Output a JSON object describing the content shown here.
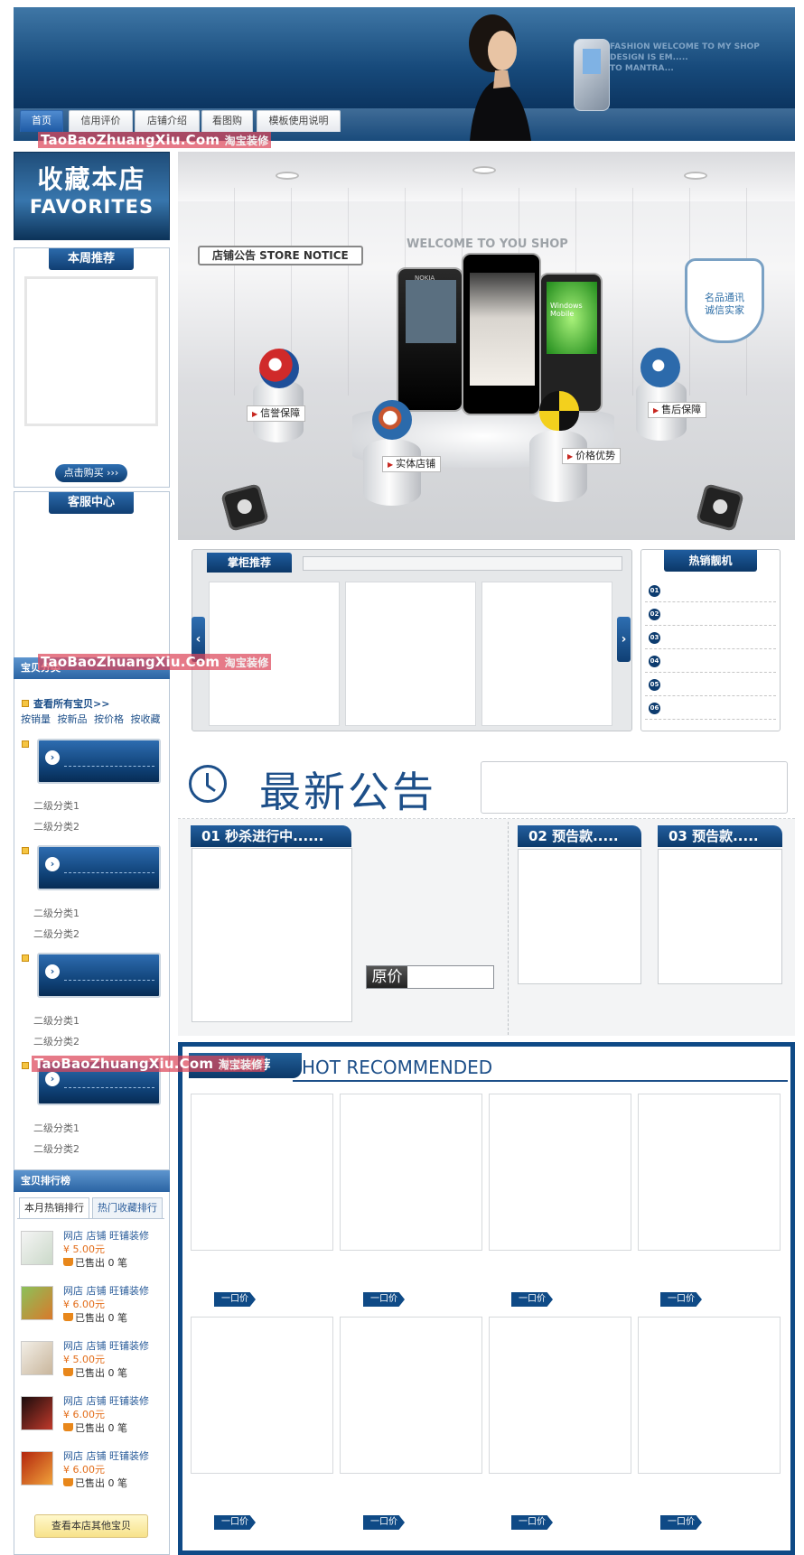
{
  "header": {
    "nav": [
      "首页",
      "信用评价",
      "店铺介绍",
      "看图购",
      "模板使用说明"
    ],
    "banner_text": [
      "FASHION WELCOME TO MY SHOP",
      "DESIGN IS EM.....",
      "TO MANTRA..."
    ]
  },
  "watermark": {
    "site": "TaoBaoZhuangXiu.Com",
    "cn": "淘宝装修"
  },
  "favorites": {
    "cn": "收藏本店",
    "en": "FAVORITES"
  },
  "weekly": {
    "title": "本周推荐",
    "buy": "点击购买 ›››"
  },
  "service": {
    "title": "客服中心"
  },
  "category": {
    "title": "宝贝分类",
    "all_link": "查看所有宝贝>>",
    "sort_links": [
      "按销量",
      "按新品",
      "按价格",
      "按收藏"
    ],
    "groups": [
      {
        "subs": [
          "二级分类1",
          "二级分类2"
        ]
      },
      {
        "subs": [
          "二级分类1",
          "二级分类2"
        ]
      },
      {
        "subs": [
          "二级分类1",
          "二级分类2"
        ]
      },
      {
        "subs": [
          "二级分类1",
          "二级分类2"
        ]
      }
    ]
  },
  "ranking": {
    "title": "宝贝排行榜",
    "tabs": [
      "本月热销排行",
      "热门收藏排行"
    ],
    "items": [
      {
        "name": "网店 店铺 旺铺装修",
        "price": "¥ 5.00元",
        "sold": "已售出  0 笔"
      },
      {
        "name": "网店 店铺 旺铺装修",
        "price": "¥ 6.00元",
        "sold": "已售出  0 笔"
      },
      {
        "name": "网店 店铺 旺铺装修",
        "price": "¥ 5.00元",
        "sold": "已售出  0 笔"
      },
      {
        "name": "网店 店铺 旺铺装修",
        "price": "¥ 6.00元",
        "sold": "已售出  0 笔"
      },
      {
        "name": "网店 店铺 旺铺装修",
        "price": "¥ 6.00元",
        "sold": "已售出  0 笔"
      }
    ],
    "more": "查看本店其他宝贝"
  },
  "stage": {
    "notice": "店铺公告 STORE NOTICE",
    "welcome": "WELCOME TO YOU SHOP",
    "badge": [
      "名品通讯",
      "诚信实家"
    ],
    "tags": [
      "信誉保障",
      "实体店铺",
      "价格优势",
      "售后保障"
    ],
    "phone_labels": [
      "NOKIA",
      "Windows Mobile"
    ]
  },
  "counter": {
    "title": "掌柜推荐",
    "prev": "‹",
    "next": "›"
  },
  "hot_phones": {
    "title": "热销靓机",
    "rows": [
      "01",
      "02",
      "03",
      "04",
      "05",
      "06"
    ]
  },
  "latest_notice": {
    "title": "最新公告",
    "tabs": [
      "01 秒杀进行中......",
      "02 预告款.....",
      "03 预告款....."
    ],
    "price_label": "原价"
  },
  "recommend": {
    "title_cn": "热卖推荐",
    "title_en": "HOT RECOMMENDED",
    "price_tag": "一口价"
  }
}
